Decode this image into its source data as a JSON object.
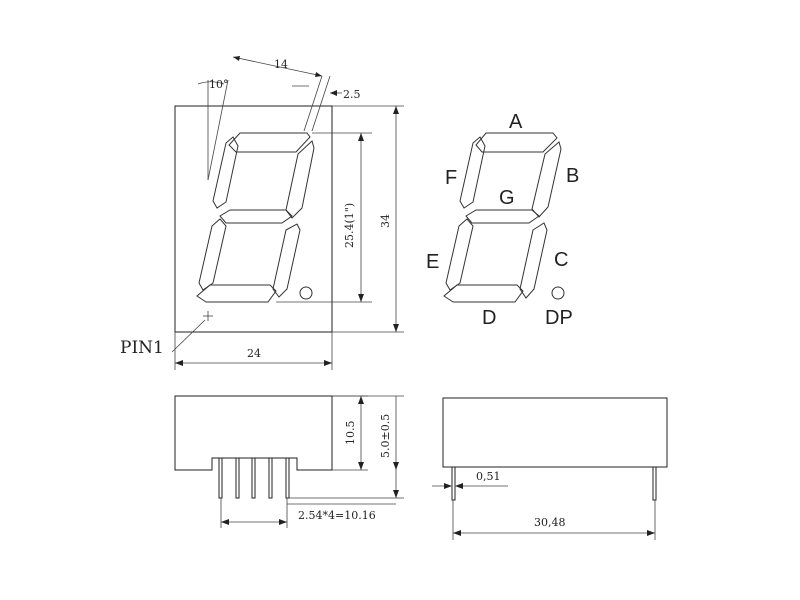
{
  "front_view": {
    "angle_label": "10°",
    "top_width_label": "14",
    "offset_label": "2.5",
    "digit_height_label": "25.4(1\")",
    "height_label": "34",
    "width_label": "24",
    "pin1_label": "PIN1"
  },
  "segment_view": {
    "labels": {
      "a": "A",
      "b": "B",
      "c": "C",
      "d": "D",
      "e": "E",
      "f": "F",
      "g": "G",
      "dp": "DP"
    }
  },
  "side_view": {
    "body_height_label": "10.5",
    "pin_length_label": "5.0±0.5",
    "pitch_label": "2.54*4=10.16"
  },
  "end_view": {
    "pin_width_label": "0,51",
    "row_spacing_label": "30,48"
  }
}
